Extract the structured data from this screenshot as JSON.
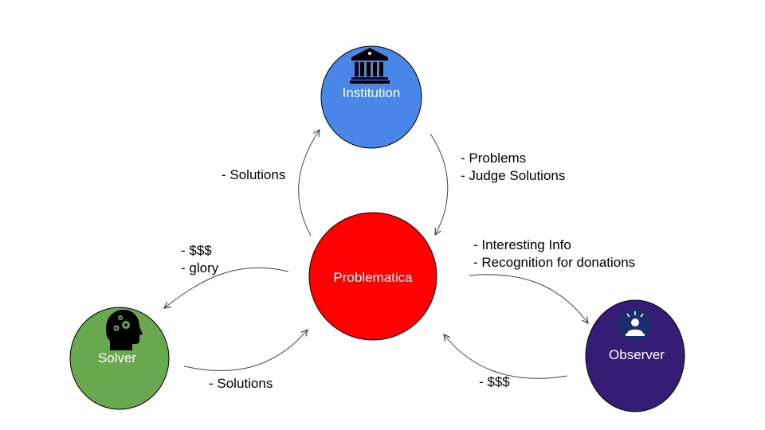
{
  "nodes": {
    "institution": {
      "label": "Institution",
      "color": "#4a86e8",
      "icon": "bank-building-icon"
    },
    "problematica": {
      "label": "Problematica",
      "color": "#ff0000"
    },
    "solver": {
      "label": "Solver",
      "color": "#6aa84f",
      "icon": "head-gears-icon"
    },
    "observer": {
      "label": "Observer",
      "color": "#351c75",
      "icon": "person-spotlight-icon"
    }
  },
  "edges": {
    "problematica_to_institution": [
      "- Solutions"
    ],
    "institution_to_problematica": [
      "- Problems",
      "- Judge Solutions"
    ],
    "problematica_to_solver": [
      "- $$$",
      "- glory"
    ],
    "solver_to_problematica": [
      "- Solutions"
    ],
    "problematica_to_observer": [
      "- Interesting Info",
      "- Recognition for donations"
    ],
    "observer_to_problematica": [
      "- $$$"
    ]
  }
}
